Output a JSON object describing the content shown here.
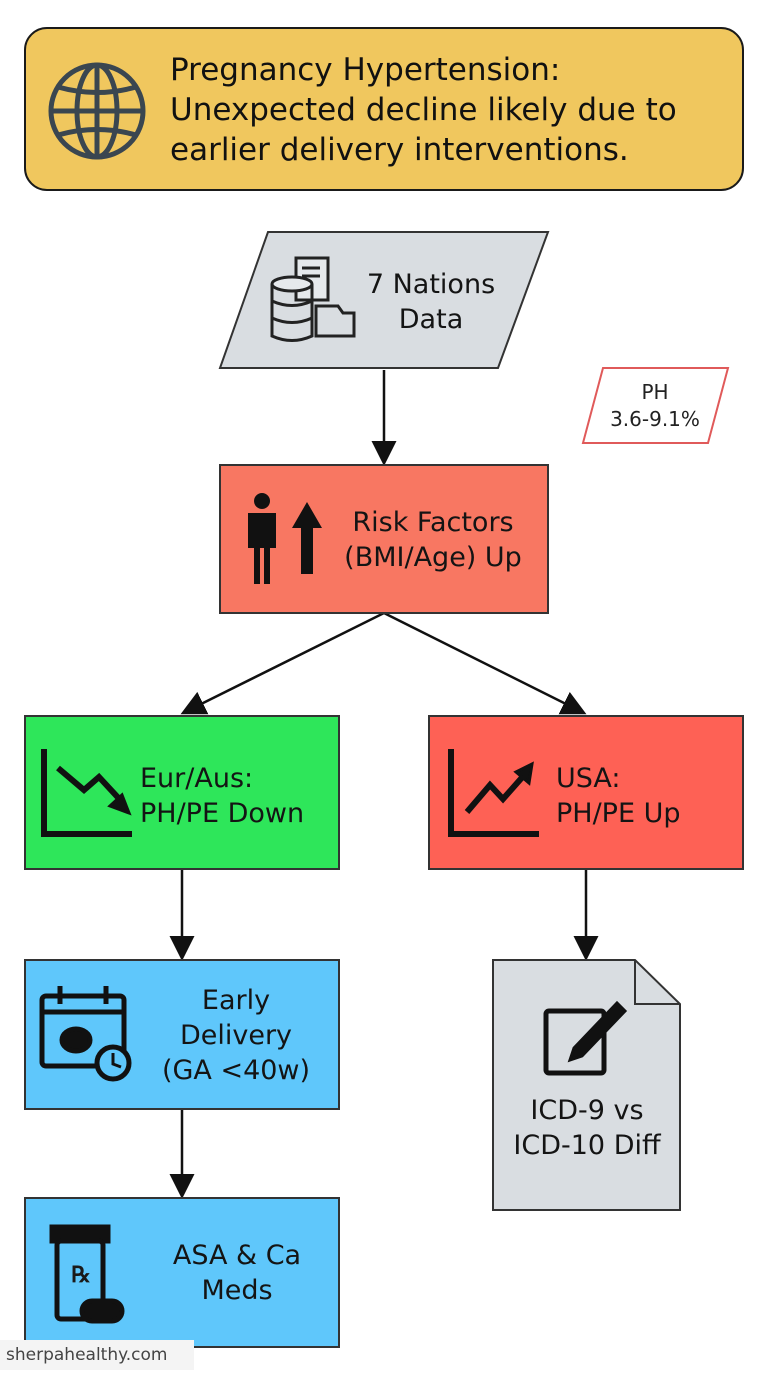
{
  "header": {
    "lines": [
      "Pregnancy Hypertension:",
      "Unexpected decline likely due to",
      "earlier delivery interventions."
    ],
    "icon": "globe-icon",
    "background": "#f0c75e"
  },
  "nodes": {
    "data_source": {
      "lines": [
        "7 Nations",
        "Data"
      ],
      "icon": "database-documents-icon",
      "fill": "#d9dde1"
    },
    "ph_note": {
      "lines": [
        "PH",
        "3.6-9.1%"
      ],
      "border": "#e05a5a"
    },
    "risk_factors": {
      "lines": [
        "Risk Factors",
        "(BMI/Age) Up"
      ],
      "icon": "person-arrow-up-icon",
      "fill": "#f87762"
    },
    "eur_aus": {
      "lines": [
        "Eur/Aus:",
        "PH/PE Down"
      ],
      "icon": "chart-down-icon",
      "fill": "#2ee65a"
    },
    "usa": {
      "lines": [
        "USA:",
        "PH/PE Up"
      ],
      "icon": "chart-up-icon",
      "fill": "#fe6155"
    },
    "early_delivery": {
      "lines": [
        "Early",
        "Delivery",
        "(GA <40w)"
      ],
      "icon": "calendar-fetus-clock-icon",
      "fill": "#5fc7fb"
    },
    "icd_diff": {
      "lines": [
        "ICD-9 vs",
        "ICD-10 Diff"
      ],
      "icon": "edit-document-icon",
      "fill": "#d9dde1"
    },
    "meds": {
      "lines": [
        "ASA & Ca",
        "Meds"
      ],
      "icon": "prescription-bottle-pill-icon",
      "fill": "#5fc7fb"
    }
  },
  "watermark": "sherpahealthy.com"
}
